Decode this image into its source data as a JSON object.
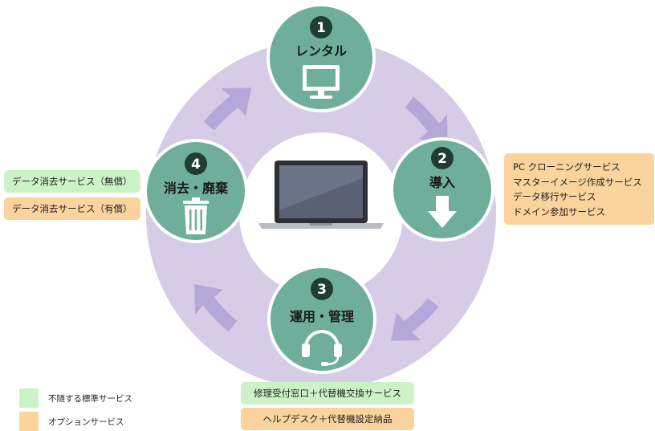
{
  "steps": [
    {
      "number": "1",
      "title": "レンタル"
    },
    {
      "number": "2",
      "title": "導入"
    },
    {
      "number": "3",
      "title": "運用・管理"
    },
    {
      "number": "4",
      "title": "消去・廃棄"
    }
  ],
  "step4_tags": {
    "standard": "データ消去サービス（無償）",
    "option": "データ消去サービス（有償）"
  },
  "step2_options": [
    "PC クローニングサービス",
    "マスターイメージ作成サービス",
    "データ移行サービス",
    "ドメイン参加サービス"
  ],
  "step3_tags": {
    "standard": "修理受付窓口＋代替機交換サービス",
    "option": "ヘルプデスク＋代替機設定納品"
  },
  "legend": {
    "standard_label": "不随する標準サービス",
    "option_label": "オプションサービス"
  },
  "colors": {
    "ring": "#d6cce6",
    "arrow": "#b4a8d8",
    "node": "#6fae9a",
    "node_border": "#ffffff",
    "badge": "#1f3d33",
    "standard_service": "#ccf3c8",
    "option_service": "#fbd39d"
  },
  "icons": {
    "center": "laptop-icon",
    "step1": "monitor-icon",
    "step2": "down-arrow-icon",
    "step3": "headset-icon",
    "step4": "trash-icon"
  }
}
